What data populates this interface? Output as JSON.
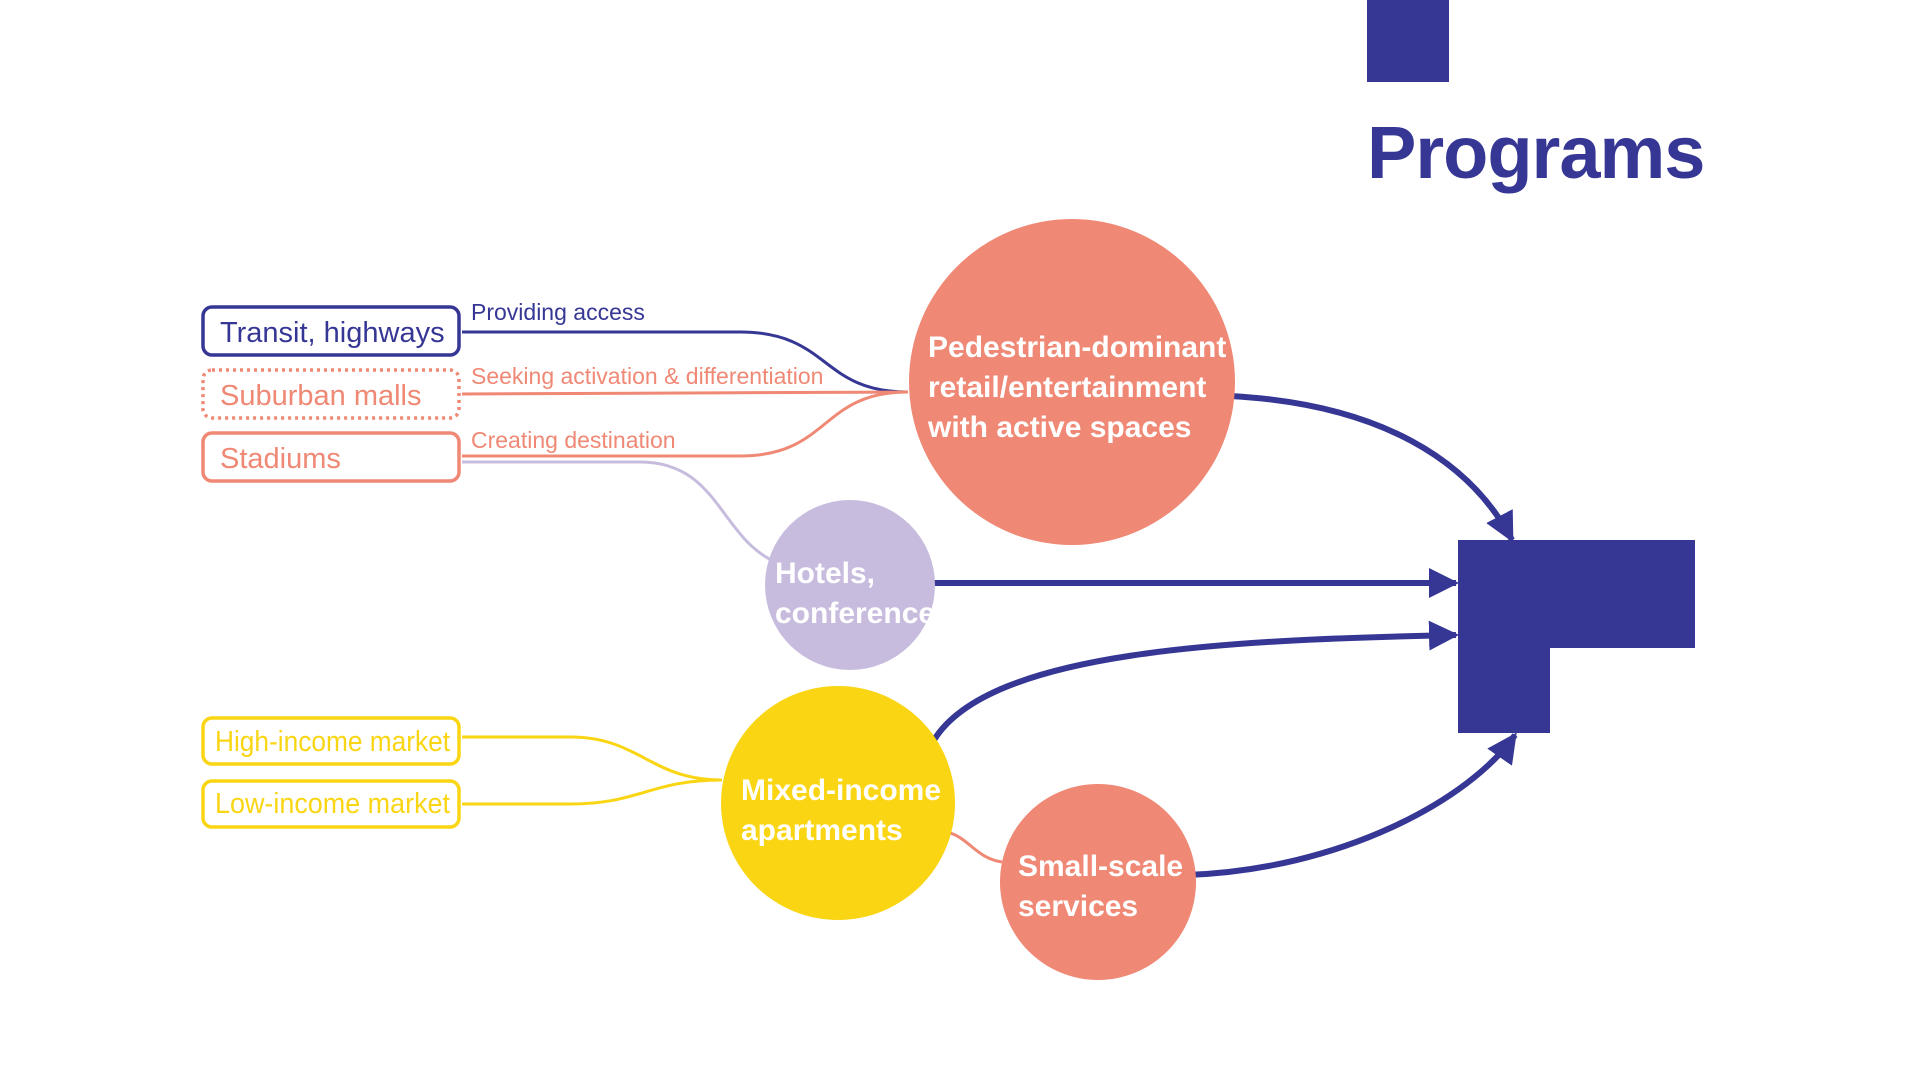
{
  "title": "Programs",
  "colors": {
    "navy": "#363795",
    "salmon": "#ef8874",
    "lavender": "#c8bcde",
    "yellow": "#fad514",
    "white": "#ffffff"
  },
  "sources": [
    {
      "label": "Transit, highways",
      "edge_label": "Providing access",
      "style": "solid",
      "color": "#363795"
    },
    {
      "label": "Suburban malls",
      "edge_label": "Seeking activation & differentiation",
      "style": "dotted",
      "color": "#ef8874"
    },
    {
      "label": "Stadiums",
      "edge_label": "Creating destination",
      "style": "solid",
      "color": "#ef8874"
    },
    {
      "label": "High-income market",
      "edge_label": "",
      "style": "solid",
      "color": "#fad514"
    },
    {
      "label": "Low-income market",
      "edge_label": "",
      "style": "solid",
      "color": "#fad514"
    }
  ],
  "nodes": {
    "pedestrian": {
      "lines": [
        "Pedestrian-dominant",
        "retail/entertainment",
        "with active spaces"
      ],
      "color": "#ef8874"
    },
    "hotels": {
      "lines": [
        "Hotels,",
        "conference"
      ],
      "color": "#c8bcde"
    },
    "apartments": {
      "lines": [
        "Mixed-income",
        "apartments"
      ],
      "color": "#fad514"
    },
    "services": {
      "lines": [
        "Small-scale",
        "services"
      ],
      "color": "#ef8874"
    }
  }
}
